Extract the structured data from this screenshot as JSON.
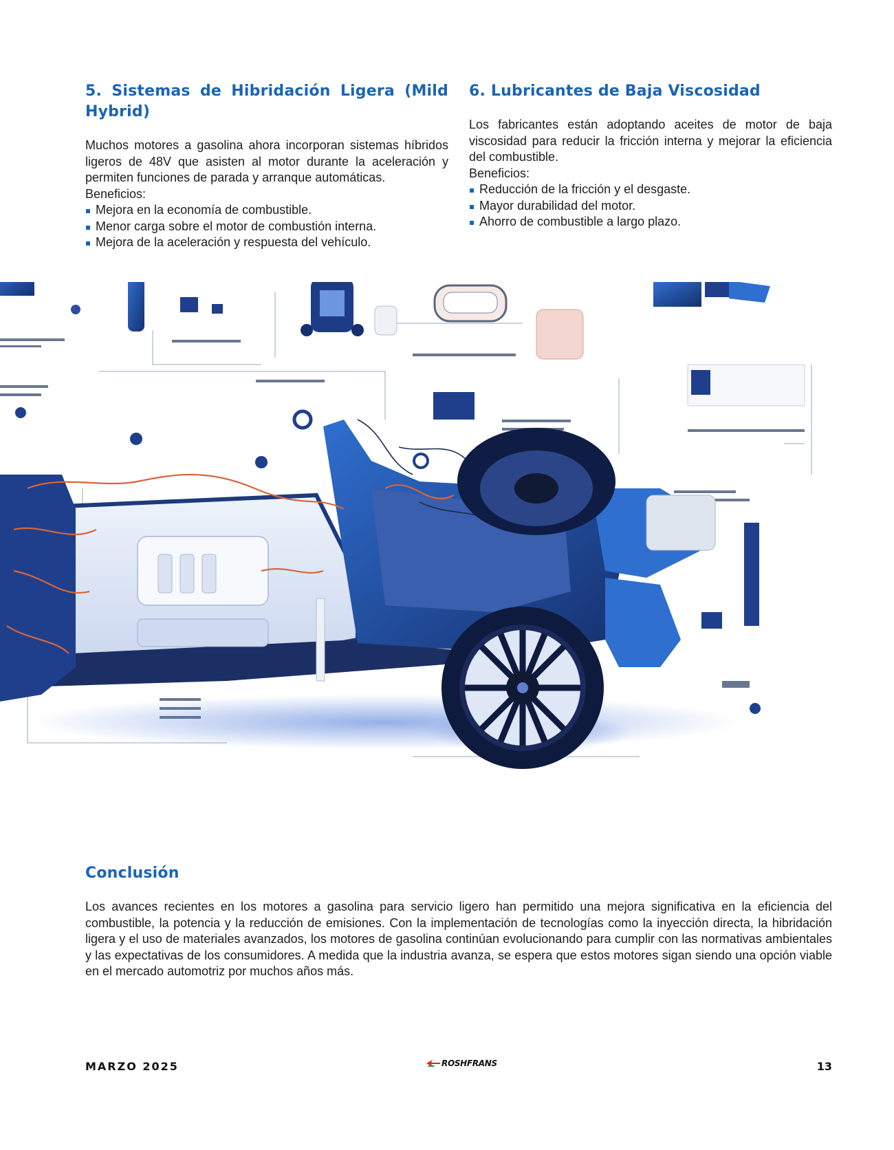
{
  "section5": {
    "heading": "5. Sistemas de Hibridación Ligera (Mild Hybrid)",
    "body": "Muchos motores a gasolina ahora incorporan sistemas híbridos ligeros de 48V que asisten al motor durante la aceleración y permiten funciones de parada y arranque automáticas.",
    "benefits_label": "Beneficios:",
    "benefits": [
      "Mejora en la economía de combustible.",
      "Menor carga sobre el motor de combustión interna.",
      "Mejora de la aceleración y respuesta del vehículo."
    ]
  },
  "section6": {
    "heading": "6. Lubricantes de Baja Viscosidad",
    "body": "Los fabricantes están adoptando aceites de motor de baja viscosidad para reducir la fricción interna y mejorar la eficiencia del combustible.",
    "benefits_label": "Beneficios:",
    "benefits": [
      "Reducción de la fricción y el desgaste.",
      "Mayor durabilidad del motor.",
      "Ahorro de combustible a largo plazo."
    ]
  },
  "conclusion": {
    "heading": "Conclusión",
    "body": "Los avances recientes en los motores a gasolina para servicio ligero han permitido una mejora significativa en la eficiencia del combustible, la potencia y la reducción de emisiones. Con la implementación de tecnologías como la inyección directa, la hibridación ligera y el uso de materiales avanzados, los motores de gasolina continúan evolucionando para cumplir con las normativas ambientales y las expectativas de los consumidores. A medida que la industria avanza, se espera que estos motores sigan siendo una opción viable en el mercado automotriz por muchos años más."
  },
  "footer": {
    "date": "MARZO 2025",
    "brand": "ROSHFRANS",
    "page_number": "13"
  },
  "colors": {
    "accent": "#1b64b4",
    "text": "#1d1d1f",
    "illustration_blue": "#1f3f8c",
    "wire_orange": "#d9653a"
  }
}
